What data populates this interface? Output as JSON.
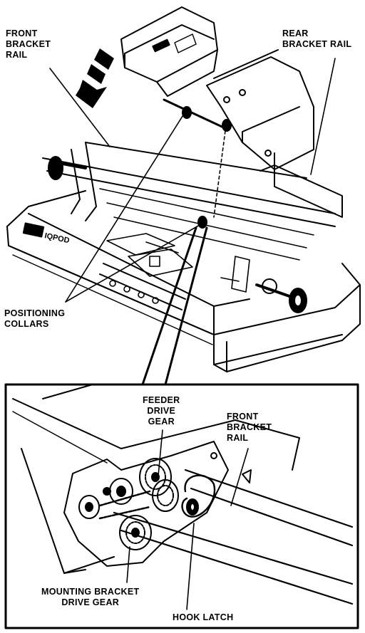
{
  "labels": {
    "front_bracket_rail_top": [
      "FRONT",
      "BRACKET",
      "RAIL"
    ],
    "rear_bracket_rail": [
      "REAR",
      "BRACKET RAIL"
    ],
    "positioning_collars": [
      "POSITIONING",
      "COLLARS"
    ],
    "feeder_drive_gear": [
      "FEEDER",
      "DRIVE",
      "GEAR"
    ],
    "front_bracket_rail_detail": [
      "FRONT",
      "BRACKET",
      "RAIL"
    ],
    "mounting_bracket_drive_gear": [
      "MOUNTING BRACKET",
      "DRIVE GEAR"
    ],
    "hook_latch": [
      "HOOK LATCH"
    ]
  },
  "nameplate": "IQPOD"
}
